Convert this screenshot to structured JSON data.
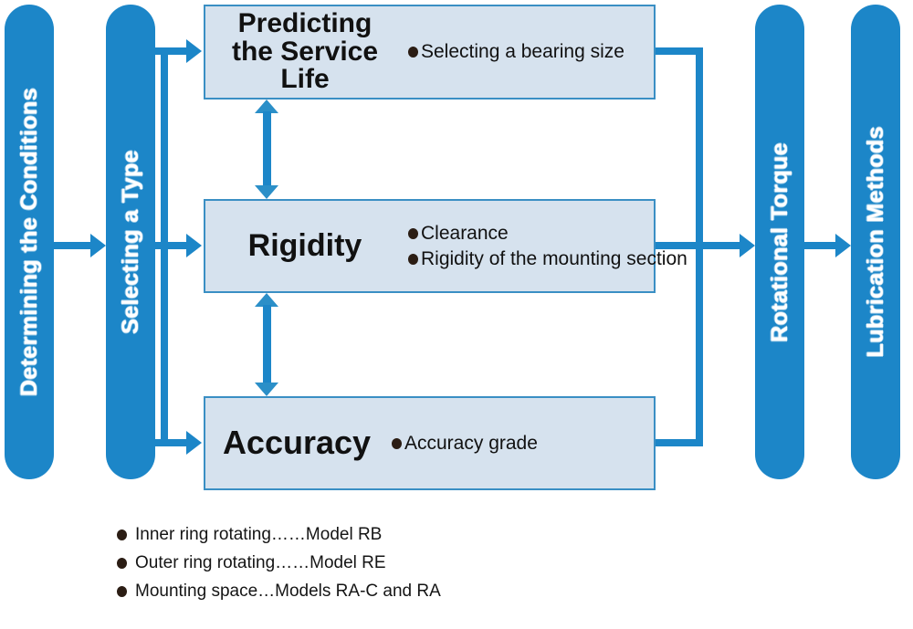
{
  "diagram": {
    "title": "Bearing Selection Flow",
    "colors": {
      "pill_blue": "#1c86c8",
      "box_fill": "#d6e2ee",
      "box_border": "#3a8fc4",
      "connector_blue": "#1c86c8",
      "bullet_dark": "#2b1d14",
      "background": "#ffffff"
    }
  },
  "stages": [
    {
      "label": "Determining the Conditions"
    },
    {
      "label": "Selecting a Type"
    },
    {
      "label": "Rotational Torque"
    },
    {
      "label": "Lubrication Methods"
    }
  ],
  "criteria_boxes": [
    {
      "title": "Predicting\nthe Service Life",
      "bullets": [
        "Selecting a bearing size"
      ]
    },
    {
      "title": "Rigidity",
      "bullets": [
        "Clearance",
        "Rigidity of the mounting section"
      ]
    },
    {
      "title": "Accuracy",
      "bullets": [
        "Accuracy grade"
      ]
    }
  ],
  "legend": [
    {
      "text": "Inner ring rotating……Model RB"
    },
    {
      "text": "Outer ring rotating……Model RE"
    },
    {
      "text": "Mounting space…Models RA-C and RA"
    }
  ]
}
